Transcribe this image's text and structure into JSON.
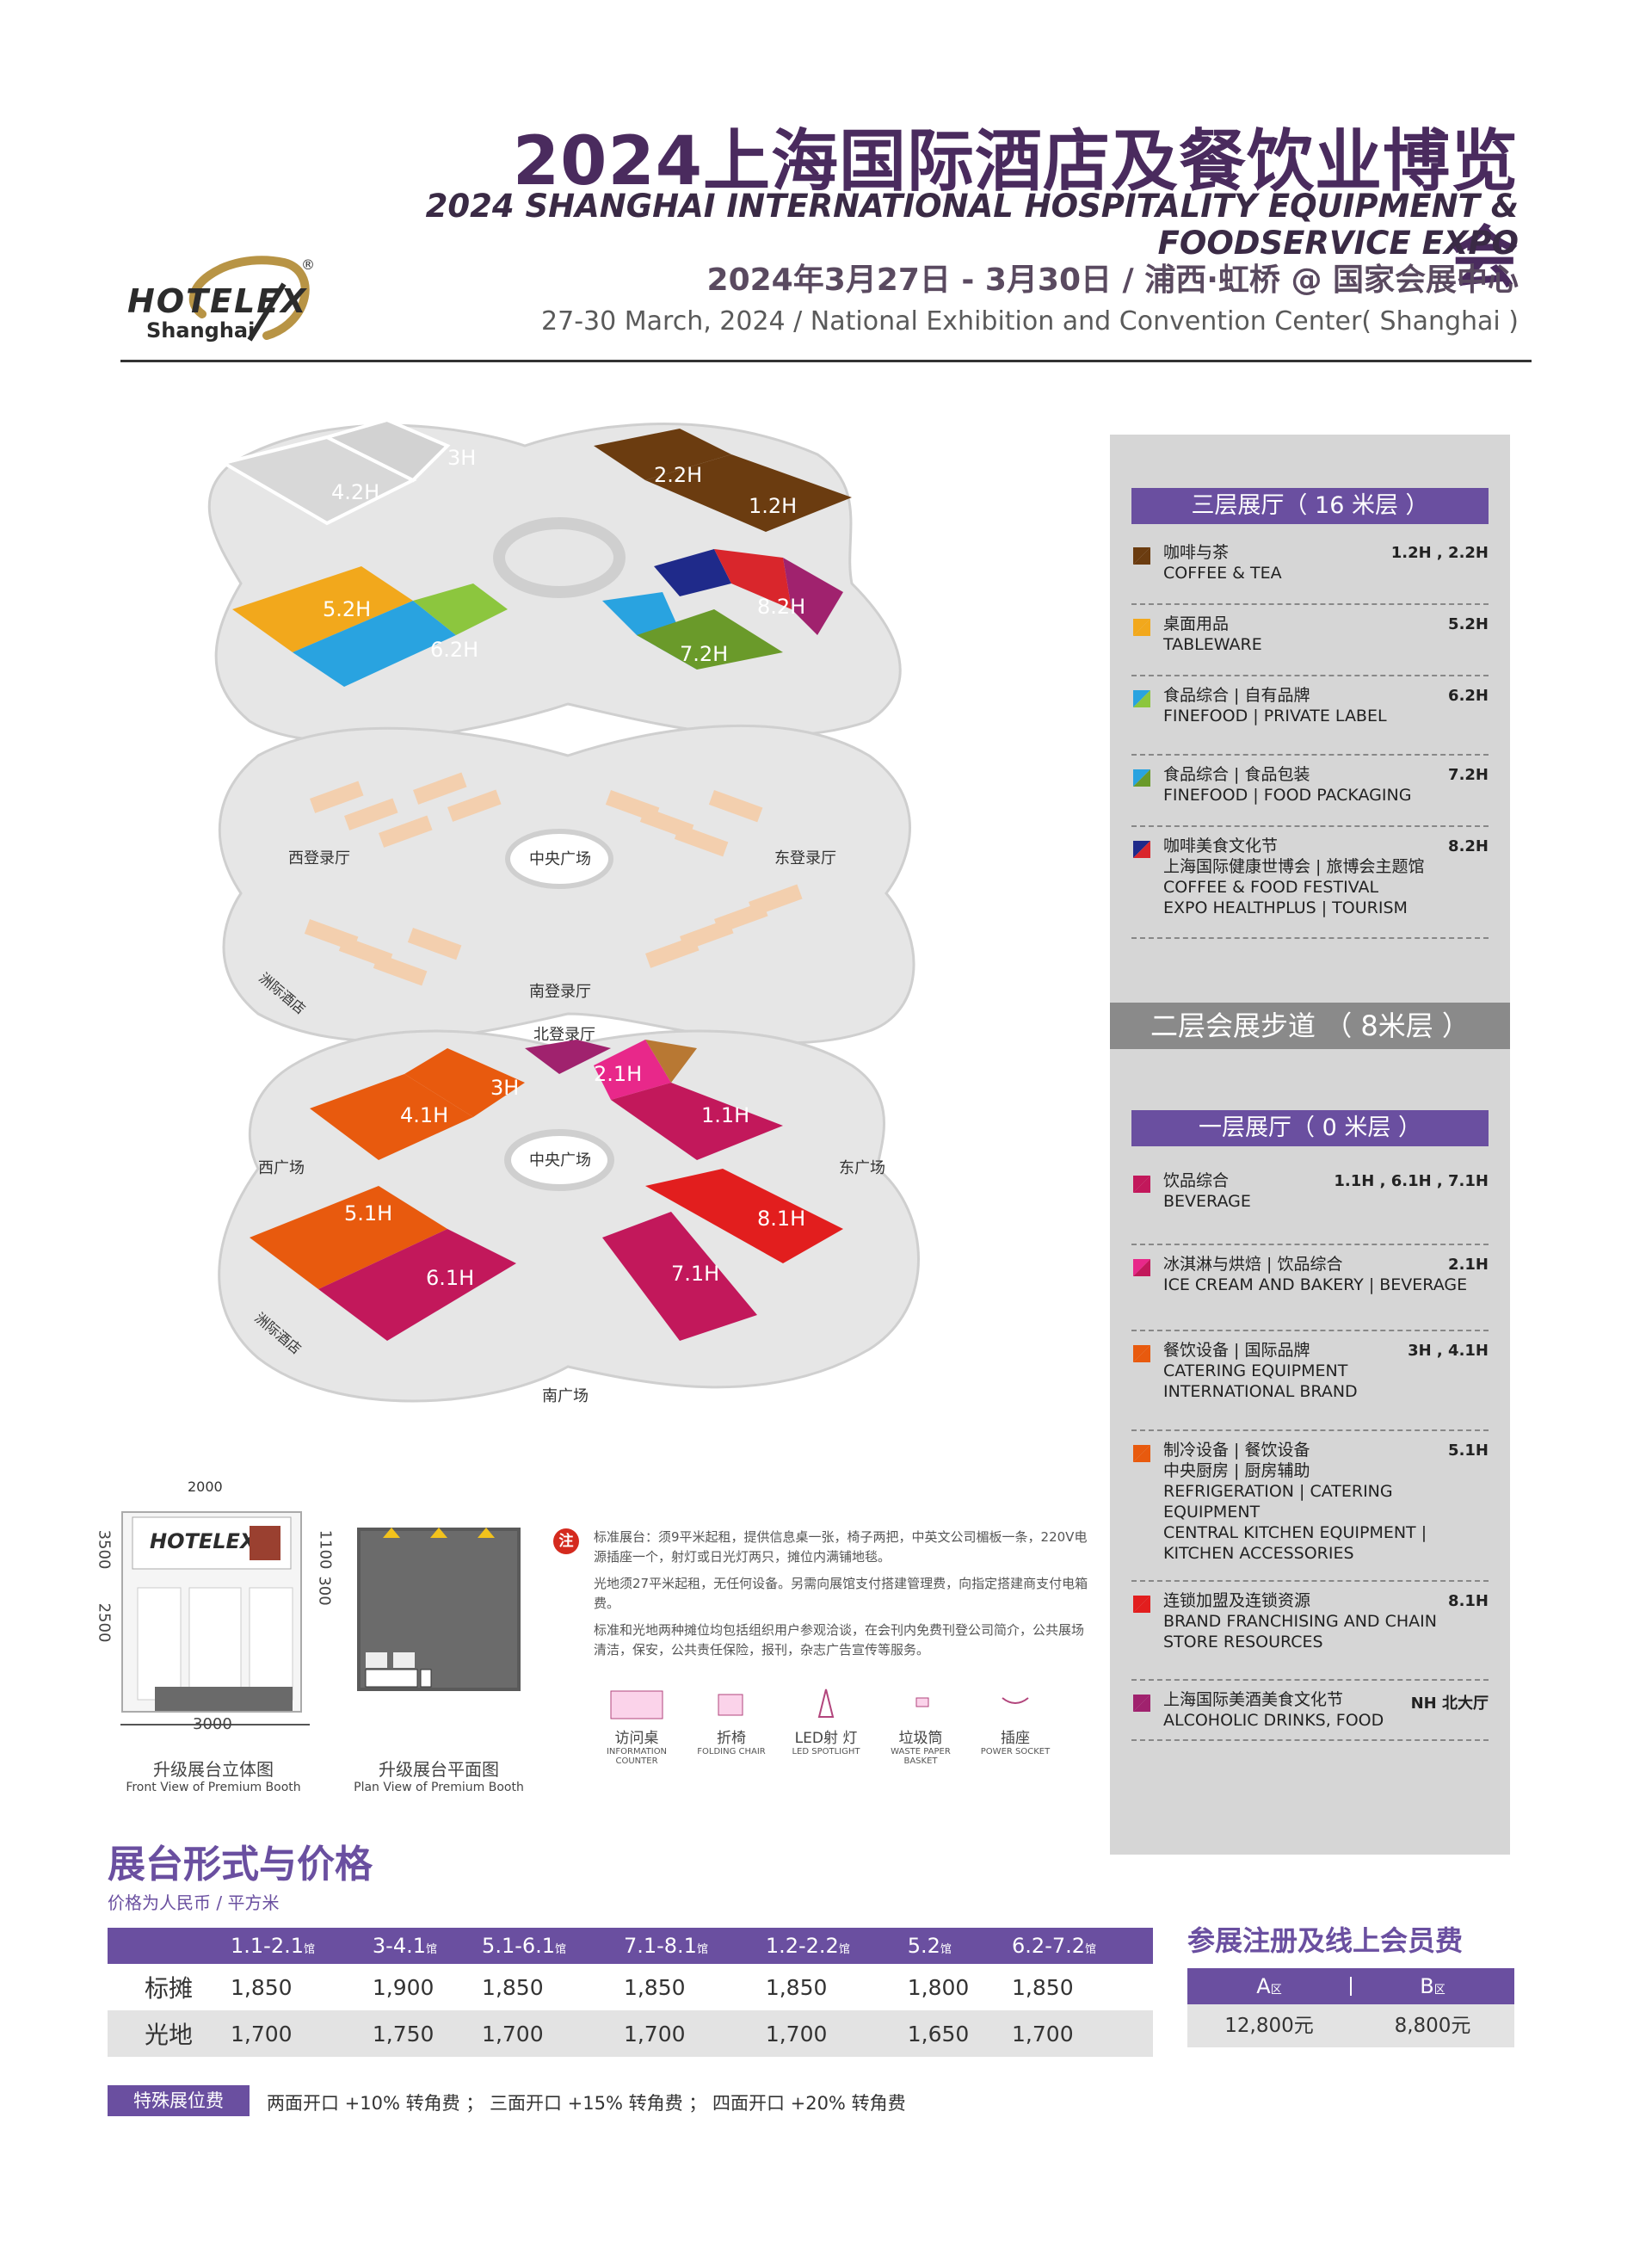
{
  "header": {
    "title_cn": "2024上海国际酒店及餐饮业博览会",
    "title_en": "2024 SHANGHAI INTERNATIONAL HOSPITALITY EQUIPMENT & FOODSERVICE EXPO",
    "date_cn": "2024年3月27日 - 3月30日 / 浦西·虹桥 @ 国家会展中心",
    "date_en": "27-30 March, 2024 / National Exhibition and Convention Center( Shanghai )",
    "logo_main": "HOTELEX",
    "logo_sub": "Shanghai",
    "logo_reg": "®"
  },
  "map": {
    "halls_upper": [
      {
        "id": "3H",
        "label": "3H"
      },
      {
        "id": "4.2H",
        "label": "4.2H"
      },
      {
        "id": "2.2H",
        "label": "2.2H"
      },
      {
        "id": "1.2H",
        "label": "1.2H"
      },
      {
        "id": "5.2H",
        "label": "5.2H"
      },
      {
        "id": "6.2H",
        "label": "6.2H"
      },
      {
        "id": "7.2H",
        "label": "7.2H"
      },
      {
        "id": "8.2H",
        "label": "8.2H"
      }
    ],
    "halls_lower": [
      {
        "id": "3H",
        "label": "3H"
      },
      {
        "id": "4.1H",
        "label": "4.1H"
      },
      {
        "id": "2.1H",
        "label": "2.1H"
      },
      {
        "id": "1.1H",
        "label": "1.1H"
      },
      {
        "id": "5.1H",
        "label": "5.1H"
      },
      {
        "id": "6.1H",
        "label": "6.1H"
      },
      {
        "id": "7.1H",
        "label": "7.1H"
      },
      {
        "id": "8.1H",
        "label": "8.1H"
      }
    ],
    "places": {
      "west_reg": "西登录厅",
      "east_reg": "东登录厅",
      "central_plaza": "中央广场",
      "south_reg": "南登录厅",
      "north_reg": "北登录厅",
      "hotel": "洲际酒店",
      "west_plaza": "西广场",
      "east_plaza": "东广场",
      "south_plaza": "南广场"
    },
    "colors": {
      "coffee": "#6b3c10",
      "tableware": "#f2a81c",
      "blue": "#29a3e0",
      "green": "#8cc63e",
      "darkgreen": "#6a9a2a",
      "navy": "#1f2a8a",
      "red": "#d9262c",
      "purple": "#a0226e",
      "orange": "#e85a0e",
      "magenta": "#c2185b",
      "brightred": "#e21e1e",
      "pink": "#e8288a",
      "bronze": "#b87833",
      "grey": "#cfcfcf",
      "booth": "#f3cfae"
    }
  },
  "sidebar": {
    "level3_title": "三层展厅（ 16 米层 ）",
    "level3_entries": [
      {
        "cn": "咖啡与茶",
        "en": "COFFEE & TEA",
        "halls": "1.2H , 2.2H",
        "c1": "#6b3c10",
        "c2": "#6b3c10"
      },
      {
        "cn": "桌面用品",
        "en": "TABLEWARE",
        "halls": "5.2H",
        "c1": "#f2a81c",
        "c2": "#f2a81c"
      },
      {
        "cn": "食品综合 | 自有品牌",
        "en": "FINEFOOD | PRIVATE LABEL",
        "halls": "6.2H",
        "c1": "#29a3e0",
        "c2": "#8cc63e"
      },
      {
        "cn": "食品综合 | 食品包装",
        "en": " FINEFOOD | FOOD PACKAGING",
        "halls": "7.2H",
        "c1": "#29a3e0",
        "c2": "#6a9a2a"
      },
      {
        "cn": "咖啡美食文化节\n上海国际健康世博会 | 旅博会主题馆",
        "en": "COFFEE & FOOD FESTIVAL\nEXPO HEALTHPLUS  | TOURISM",
        "halls": "8.2H",
        "c1": "#1f2a8a",
        "c2": "#d9262c"
      }
    ],
    "level2_band": "二层会展步道 （ 8米层 ）",
    "level1_title": "一层展厅（ 0 米层 ）",
    "level1_entries": [
      {
        "cn": "饮品综合",
        "en": "BEVERAGE",
        "halls": "1.1H , 6.1H , 7.1H",
        "c1": "#c2185b",
        "c2": "#c2185b"
      },
      {
        "cn": "冰淇淋与烘焙 | 饮品综合",
        "en": " ICE CREAM AND BAKERY  |  BEVERAGE",
        "halls": "2.1H",
        "c1": "#e8288a",
        "c2": "#c2185b"
      },
      {
        "cn": "餐饮设备 | 国际品牌",
        "en": "CATERING EQUIPMENT\nINTERNATIONAL BRAND",
        "halls": "3H , 4.1H",
        "c1": "#e85a0e",
        "c2": "#e85a0e"
      },
      {
        "cn": "制冷设备 | 餐饮设备\n中央厨房 | 厨房辅助",
        "en": "REFRIGERATION | CATERING EQUIPMENT\nCENTRAL KITCHEN EQUIPMENT  |\nKITCHEN ACCESSORIES",
        "halls": "5.1H",
        "c1": "#e85a0e",
        "c2": "#e85a0e"
      },
      {
        "cn": "连锁加盟及连锁资源",
        "en": "BRAND FRANCHISING AND CHAIN\nSTORE RESOURCES",
        "halls": "8.1H",
        "c1": "#e21e1e",
        "c2": "#e21e1e"
      },
      {
        "cn": "上海国际美酒美食文化节",
        "en": "ALCOHOLIC DRINKS, FOOD",
        "halls": "NH 北大厅",
        "c1": "#a0226e",
        "c2": "#a0226e"
      }
    ]
  },
  "booth": {
    "dims": {
      "w_top": "2000",
      "h_left": "3500",
      "h_inner": "2500",
      "h_right1": "1100",
      "h_right2": "300",
      "w_bottom": "3000"
    },
    "front_cap_cn": "升级展台立体图",
    "front_cap_en": "Front View of Premium Booth",
    "plan_cap_cn": "升级展台平面图",
    "plan_cap_en": "Plan View of Premium Booth"
  },
  "notes": {
    "badge": "注",
    "p1": "标准展台：须9平米起租，提供信息桌一张，椅子两把，中英文公司楣板一条，220V电源插座一个，射灯或日光灯两只，摊位内满铺地毯。",
    "p2": "光地须27平米起租，无任何设备。另需向展馆支付搭建管理费，向指定搭建商支付电箱费。",
    "p3": "标准和光地两种摊位均包括组织用户参观洽谈，在会刊内免费刊登公司简介，公共展场清洁，保安，公共责任保险，报刊，杂志广告宣传等服务。"
  },
  "legend": [
    {
      "cn": "访问桌",
      "en": "INFORMATION COUNTER"
    },
    {
      "cn": "折椅",
      "en": "FOLDING CHAIR"
    },
    {
      "cn": "LED射 灯",
      "en": "LED SPOTLIGHT"
    },
    {
      "cn": "垃圾筒",
      "en": "WASTE PAPER BASKET"
    },
    {
      "cn": "插座",
      "en": "POWER SOCKET"
    }
  ],
  "price": {
    "title": "展台形式与价格",
    "subtitle": "价格为人民币 / 平方米",
    "columns": [
      "1.1-2.1",
      "3-4.1",
      "5.1-6.1",
      "7.1-8.1",
      "1.2-2.2",
      "5.2",
      "6.2-7.2"
    ],
    "col_suffix": "馆",
    "rows": [
      {
        "label": "标摊",
        "values": [
          "1,850",
          "1,900",
          "1,850",
          "1,850",
          "1,850",
          "1,800",
          "1,850"
        ]
      },
      {
        "label": "光地",
        "values": [
          "1,700",
          "1,750",
          "1,700",
          "1,700",
          "1,700",
          "1,650",
          "1,700"
        ]
      }
    ]
  },
  "registration": {
    "title": "参展注册及线上会员费",
    "a_label": "A",
    "b_label": "B",
    "suffix": "区",
    "a_value": "12,800元",
    "b_value": "8,800元"
  },
  "special": {
    "badge": "特殊展位费",
    "text": "两面开口 +10% 转角费 ； 三面开口 +15% 转角费 ； 四面开口 +20% 转角费"
  }
}
